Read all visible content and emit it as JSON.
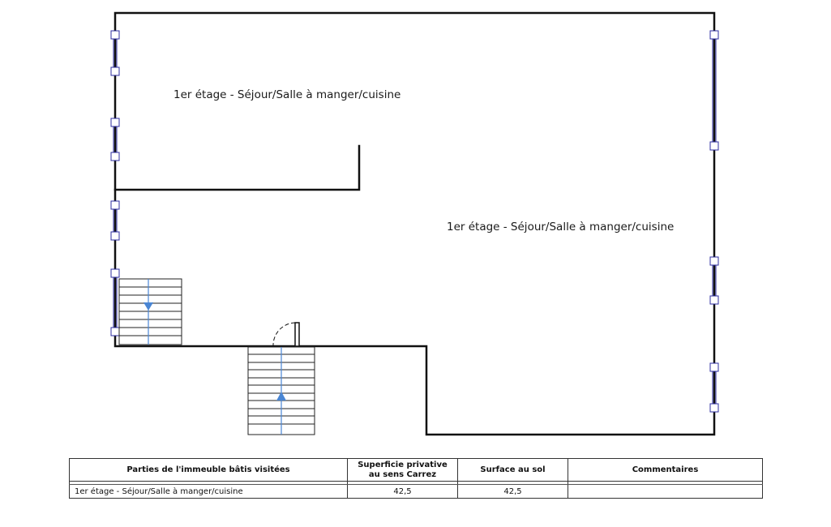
{
  "plan": {
    "room_label_1": "1er étage - Séjour/Salle à manger/cuisine",
    "room_label_2": "1er étage - Séjour/Salle à manger/cuisine",
    "wall_color": "#111111",
    "window_color": "#2c2ca0",
    "stair_arrow_color": "#4a86d4"
  },
  "table": {
    "headers": [
      "Parties de l'immeuble bâtis visitées",
      "Superficie privative au sens Carrez",
      "Surface au sol",
      "Commentaires"
    ],
    "rows": [
      {
        "partie": "1er étage - Séjour/Salle à manger/cuisine",
        "carrez": "42,5",
        "sol": "42,5",
        "commentaires": ""
      }
    ]
  }
}
